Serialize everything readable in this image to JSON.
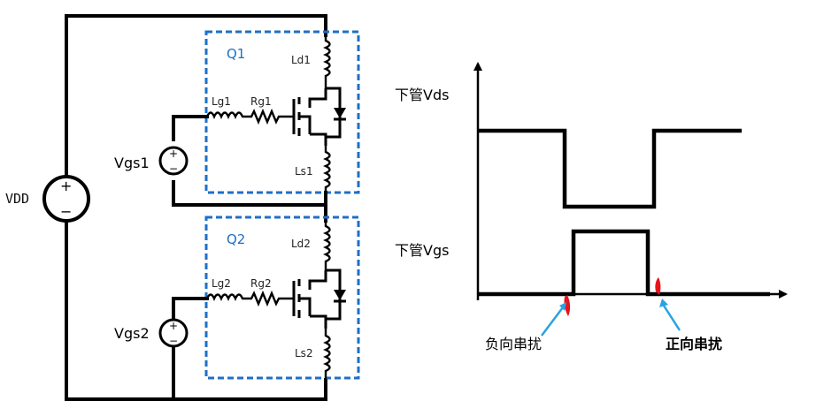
{
  "circuit": {
    "vdd_label": "VDD",
    "vgs1_label": "Vgs1",
    "vgs2_label": "Vgs2",
    "q1_label": "Q1",
    "q2_label": "Q2",
    "ld1_label": "Ld1",
    "ls1_label": "Ls1",
    "lg1_label": "Lg1",
    "rg1_label": "Rg1",
    "ld2_label": "Ld2",
    "ls2_label": "Ls2",
    "lg2_label": "Lg2",
    "rg2_label": "Rg2",
    "plus_sign": "+",
    "minus_sign": "−",
    "colors": {
      "box": "#1f6fc6",
      "wire": "#000000"
    }
  },
  "waveform": {
    "vds_label": "下管Vds",
    "vgs_label": "下管Vgs",
    "negative_label": "负向串扰",
    "positive_label": "正向串扰",
    "colors": {
      "trace": "#000000",
      "spike": "#e8141c",
      "arrow": "#29a3e0"
    }
  }
}
